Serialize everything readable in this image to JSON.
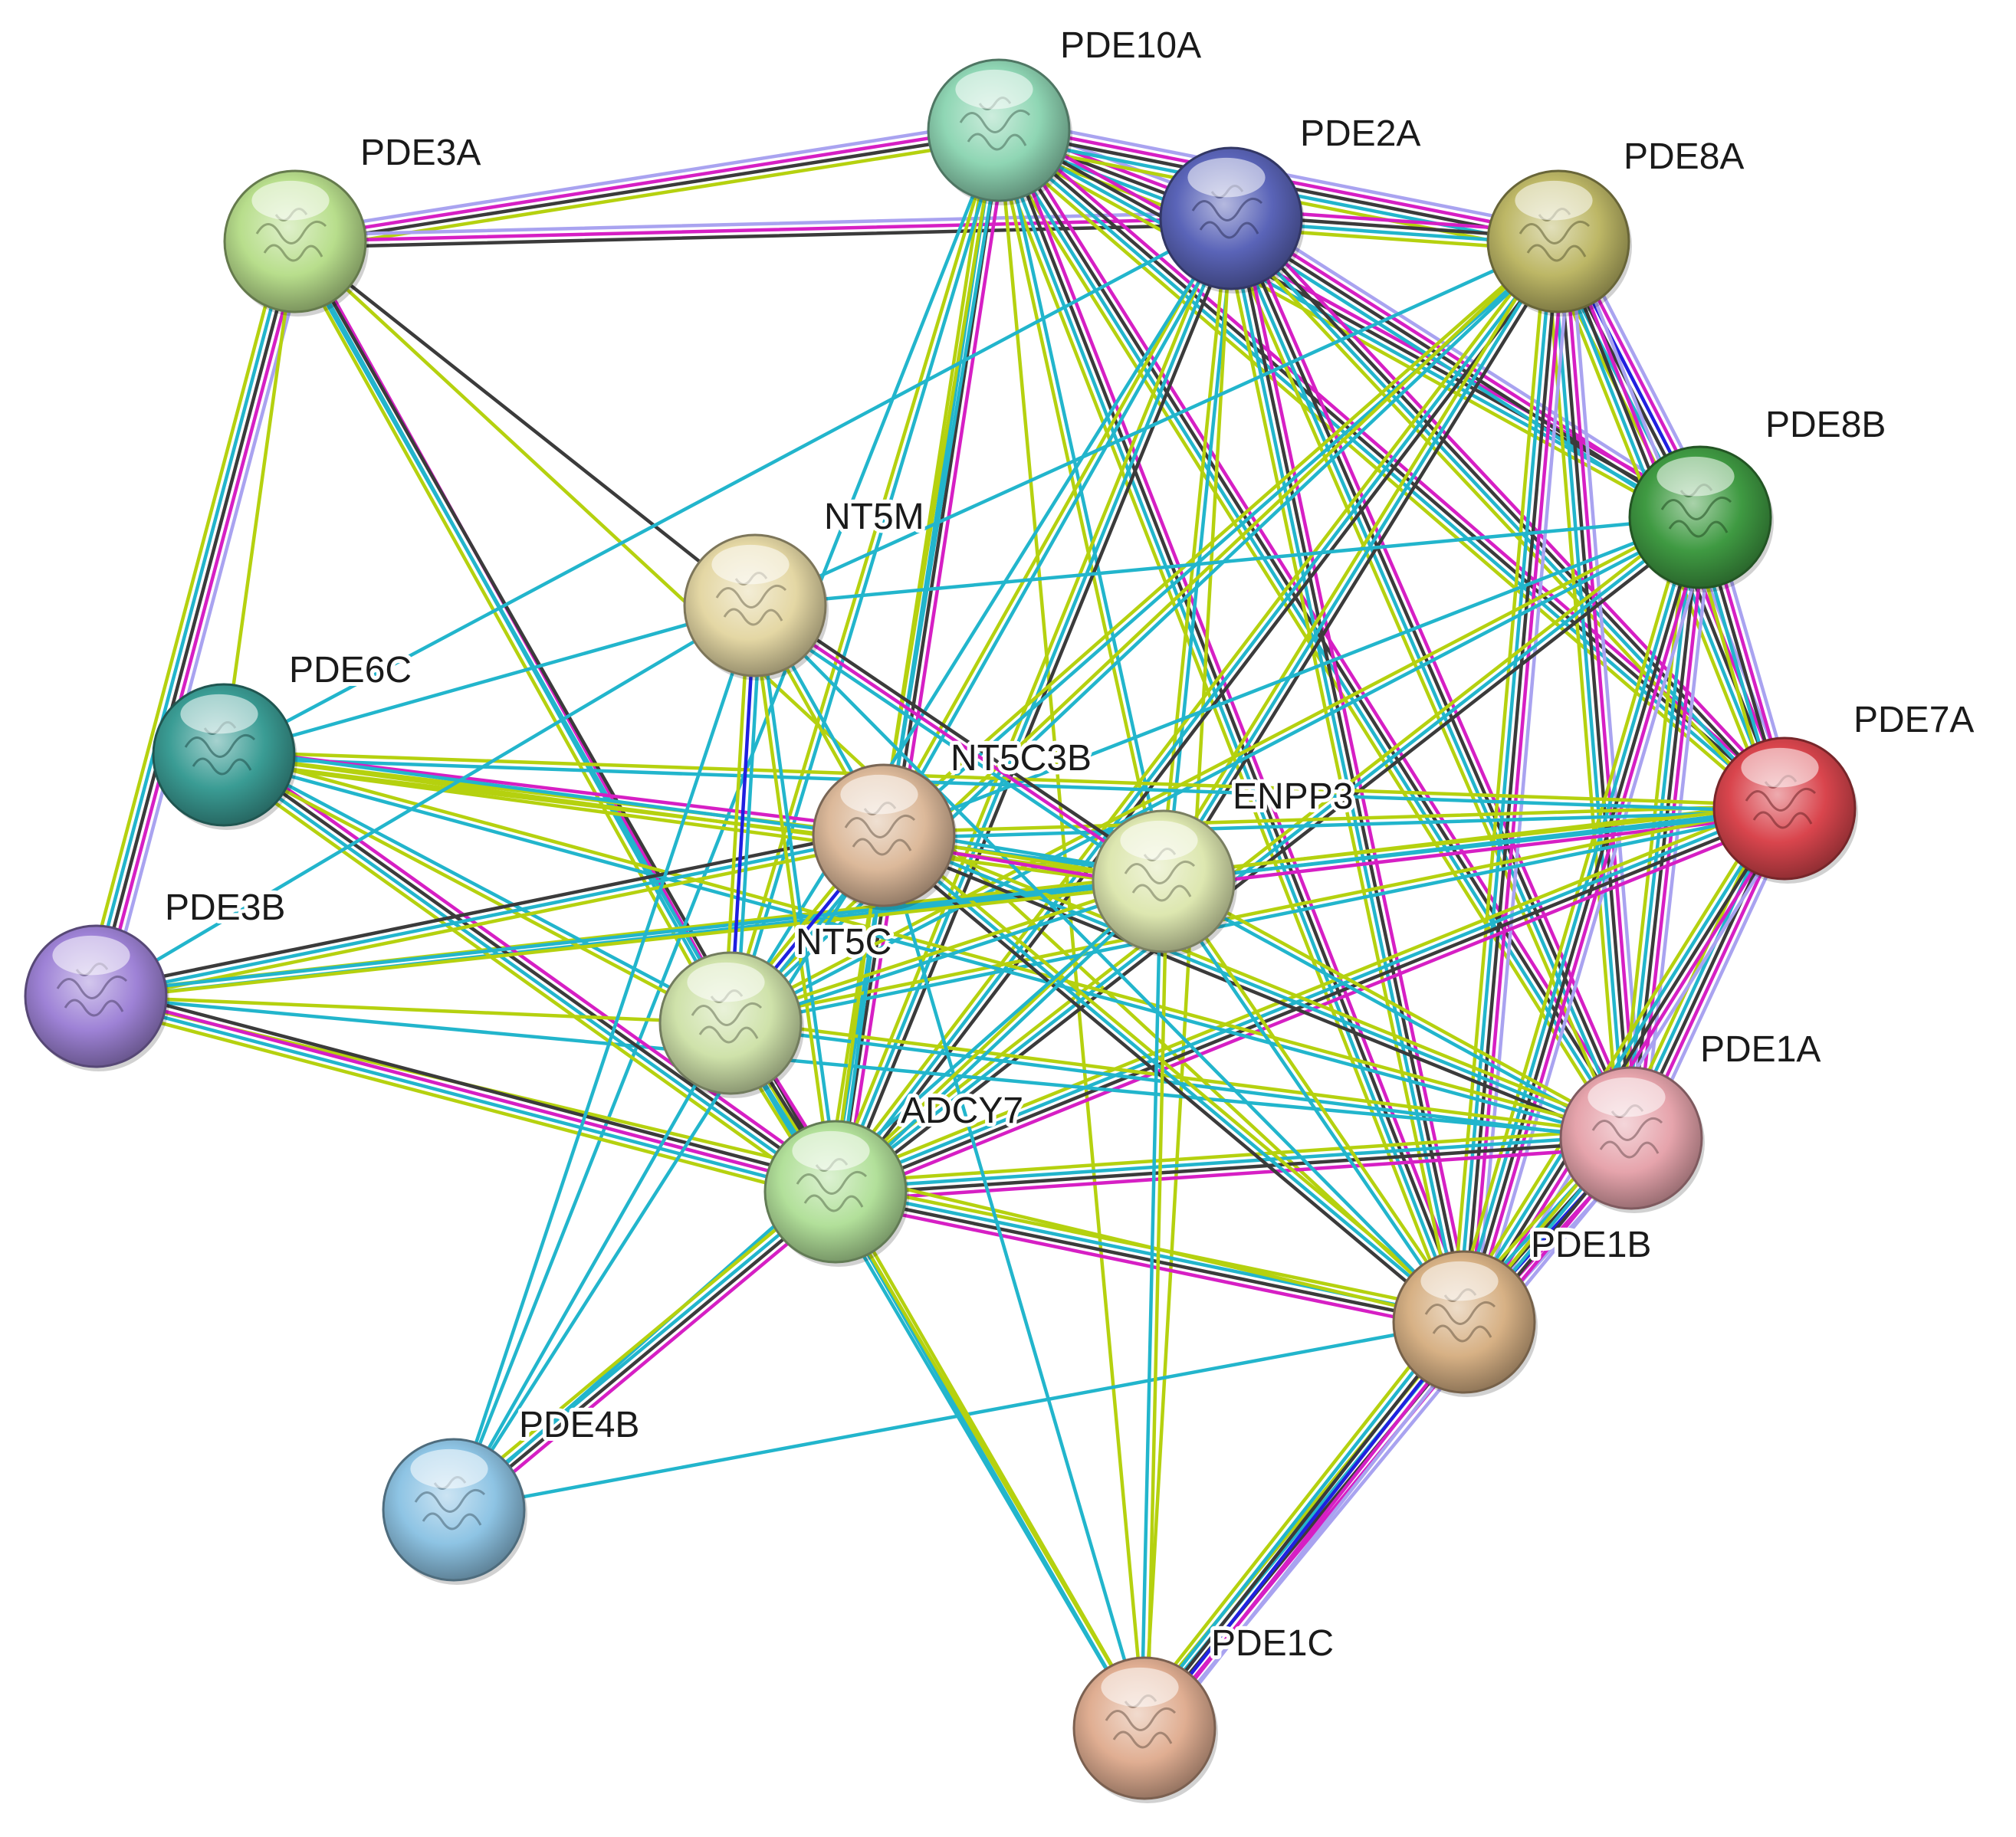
{
  "network": {
    "nodes": [
      {
        "id": "PDE10A",
        "label": "PDE10A",
        "color": "#8fd6b4"
      },
      {
        "id": "PDE2A",
        "label": "PDE2A",
        "color": "#5a64b8"
      },
      {
        "id": "PDE8A",
        "label": "PDE8A",
        "color": "#bdb766"
      },
      {
        "id": "PDE3A",
        "label": "PDE3A",
        "color": "#b8de8c"
      },
      {
        "id": "PDE8B",
        "label": "PDE8B",
        "color": "#3f9a42"
      },
      {
        "id": "NT5M",
        "label": "NT5M",
        "color": "#e4d7a4"
      },
      {
        "id": "PDE6C",
        "label": "PDE6C",
        "color": "#3a9c94"
      },
      {
        "id": "PDE7A",
        "label": "PDE7A",
        "color": "#d9454d"
      },
      {
        "id": "NT5C3B",
        "label": "NT5C3B",
        "color": "#dcb99a"
      },
      {
        "id": "ENPP3",
        "label": "ENPP3",
        "color": "#dde7b0"
      },
      {
        "id": "PDE3B",
        "label": "PDE3B",
        "color": "#9e82d6"
      },
      {
        "id": "NT5C",
        "label": "NT5C",
        "color": "#cfe2aa"
      },
      {
        "id": "PDE1A",
        "label": "PDE1A",
        "color": "#e6a4ac"
      },
      {
        "id": "ADCY7",
        "label": "ADCY7",
        "color": "#b2e09a"
      },
      {
        "id": "PDE1B",
        "label": "PDE1B",
        "color": "#d7b185"
      },
      {
        "id": "PDE4B",
        "label": "PDE4B",
        "color": "#8ec4e4"
      },
      {
        "id": "PDE1C",
        "label": "PDE1C",
        "color": "#e0ae92"
      }
    ],
    "edge_colors": {
      "cyan": "#22b5cc",
      "lime": "#b5d10f",
      "black": "#3b3b3b",
      "magenta": "#d61fc4",
      "lavender": "#a9a3f0",
      "blue": "#2020e0"
    },
    "edges": [
      {
        "a": "PDE3A",
        "b": "PDE10A",
        "types": [
          "lavender",
          "magenta",
          "black",
          "lime"
        ]
      },
      {
        "a": "PDE3A",
        "b": "PDE2A",
        "types": [
          "lavender",
          "magenta",
          "black"
        ]
      },
      {
        "a": "PDE3A",
        "b": "PDE3B",
        "types": [
          "lavender",
          "magenta",
          "black",
          "cyan",
          "lime"
        ]
      },
      {
        "a": "PDE3A",
        "b": "NT5M",
        "types": [
          "black"
        ]
      },
      {
        "a": "PDE3A",
        "b": "NT5C",
        "types": [
          "magenta",
          "cyan",
          "lime"
        ]
      },
      {
        "a": "PDE3A",
        "b": "ADCY7",
        "types": [
          "black",
          "cyan"
        ]
      },
      {
        "a": "PDE3A",
        "b": "PDE1B",
        "types": [
          "lime"
        ]
      },
      {
        "a": "PDE3A",
        "b": "PDE6C",
        "types": [
          "lime"
        ]
      },
      {
        "a": "PDE10A",
        "b": "PDE2A",
        "types": [
          "lavender",
          "magenta",
          "black",
          "cyan",
          "lime"
        ]
      },
      {
        "a": "PDE10A",
        "b": "PDE8A",
        "types": [
          "lavender",
          "magenta",
          "black",
          "cyan",
          "lime"
        ]
      },
      {
        "a": "PDE10A",
        "b": "PDE8B",
        "types": [
          "magenta",
          "black",
          "cyan",
          "lime"
        ]
      },
      {
        "a": "PDE10A",
        "b": "PDE7A",
        "types": [
          "magenta",
          "black",
          "cyan",
          "lime"
        ]
      },
      {
        "a": "PDE10A",
        "b": "PDE1A",
        "types": [
          "magenta",
          "black",
          "cyan",
          "lime"
        ]
      },
      {
        "a": "PDE10A",
        "b": "PDE1B",
        "types": [
          "magenta",
          "black",
          "cyan",
          "lime"
        ]
      },
      {
        "a": "PDE10A",
        "b": "ADCY7",
        "types": [
          "magenta",
          "black",
          "cyan",
          "lime"
        ]
      },
      {
        "a": "PDE10A",
        "b": "NT5C",
        "types": [
          "cyan",
          "lime"
        ]
      },
      {
        "a": "PDE10A",
        "b": "ENPP3",
        "types": [
          "cyan",
          "lime"
        ]
      },
      {
        "a": "PDE10A",
        "b": "NT5C3B",
        "types": [
          "cyan",
          "lime"
        ]
      },
      {
        "a": "PDE10A",
        "b": "PDE4B",
        "types": [
          "cyan"
        ]
      },
      {
        "a": "PDE10A",
        "b": "PDE1C",
        "types": [
          "lime"
        ]
      },
      {
        "a": "PDE2A",
        "b": "PDE8A",
        "types": [
          "magenta",
          "black",
          "cyan",
          "lime"
        ]
      },
      {
        "a": "PDE2A",
        "b": "PDE8B",
        "types": [
          "lavender",
          "magenta",
          "black",
          "cyan"
        ]
      },
      {
        "a": "PDE2A",
        "b": "PDE7A",
        "types": [
          "magenta",
          "black",
          "cyan",
          "lime"
        ]
      },
      {
        "a": "PDE2A",
        "b": "PDE1A",
        "types": [
          "magenta",
          "black",
          "cyan",
          "lime"
        ]
      },
      {
        "a": "PDE2A",
        "b": "PDE1B",
        "types": [
          "magenta",
          "black",
          "cyan",
          "lime"
        ]
      },
      {
        "a": "PDE2A",
        "b": "ADCY7",
        "types": [
          "black",
          "cyan",
          "lime"
        ]
      },
      {
        "a": "PDE2A",
        "b": "NT5C3B",
        "types": [
          "cyan",
          "lime"
        ]
      },
      {
        "a": "PDE2A",
        "b": "ENPP3",
        "types": [
          "cyan",
          "lime"
        ]
      },
      {
        "a": "PDE2A",
        "b": "NT5C",
        "types": [
          "cyan"
        ]
      },
      {
        "a": "PDE2A",
        "b": "PDE6C",
        "types": [
          "cyan"
        ]
      },
      {
        "a": "PDE2A",
        "b": "PDE1C",
        "types": [
          "lime"
        ]
      },
      {
        "a": "PDE8A",
        "b": "PDE8B",
        "types": [
          "lavender",
          "magenta",
          "blue",
          "black",
          "cyan",
          "lime"
        ]
      },
      {
        "a": "PDE8A",
        "b": "PDE7A",
        "types": [
          "lavender",
          "magenta",
          "black",
          "cyan",
          "lime"
        ]
      },
      {
        "a": "PDE8A",
        "b": "PDE1A",
        "types": [
          "lavender",
          "magenta",
          "black",
          "cyan",
          "lime"
        ]
      },
      {
        "a": "PDE8A",
        "b": "PDE1B",
        "types": [
          "lavender",
          "magenta",
          "black",
          "cyan",
          "lime"
        ]
      },
      {
        "a": "PDE8A",
        "b": "ADCY7",
        "types": [
          "black",
          "cyan",
          "lime"
        ]
      },
      {
        "a": "PDE8A",
        "b": "ENPP3",
        "types": [
          "black",
          "cyan",
          "lime"
        ]
      },
      {
        "a": "PDE8A",
        "b": "NT5C3B",
        "types": [
          "cyan",
          "lime"
        ]
      },
      {
        "a": "PDE8A",
        "b": "NT5M",
        "types": [
          "cyan"
        ]
      },
      {
        "a": "PDE8A",
        "b": "NT5C",
        "types": [
          "cyan",
          "lime"
        ]
      },
      {
        "a": "PDE8B",
        "b": "PDE7A",
        "types": [
          "lavender",
          "magenta",
          "black",
          "cyan",
          "lime"
        ]
      },
      {
        "a": "PDE8B",
        "b": "PDE1A",
        "types": [
          "lavender",
          "magenta",
          "black",
          "cyan",
          "lime"
        ]
      },
      {
        "a": "PDE8B",
        "b": "PDE1B",
        "types": [
          "lavender",
          "magenta",
          "black",
          "cyan",
          "lime"
        ]
      },
      {
        "a": "PDE8B",
        "b": "ADCY7",
        "types": [
          "black",
          "cyan",
          "lime"
        ]
      },
      {
        "a": "PDE8B",
        "b": "NT5C",
        "types": [
          "cyan",
          "lime"
        ]
      },
      {
        "a": "PDE8B",
        "b": "NT5C3B",
        "types": [
          "cyan"
        ]
      },
      {
        "a": "PDE7A",
        "b": "PDE1A",
        "types": [
          "lavender",
          "magenta",
          "black",
          "cyan",
          "lime"
        ]
      },
      {
        "a": "PDE7A",
        "b": "PDE1B",
        "types": [
          "lavender",
          "magenta",
          "black",
          "cyan",
          "lime"
        ]
      },
      {
        "a": "PDE7A",
        "b": "ADCY7",
        "types": [
          "magenta",
          "black",
          "cyan",
          "lime"
        ]
      },
      {
        "a": "PDE7A",
        "b": "ENPP3",
        "types": [
          "magenta",
          "cyan",
          "lime"
        ]
      },
      {
        "a": "PDE7A",
        "b": "NT5C3B",
        "types": [
          "cyan",
          "lime"
        ]
      },
      {
        "a": "PDE7A",
        "b": "NT5C",
        "types": [
          "cyan",
          "lime"
        ]
      },
      {
        "a": "PDE7A",
        "b": "PDE3B",
        "types": [
          "cyan",
          "lime"
        ]
      },
      {
        "a": "PDE7A",
        "b": "PDE6C",
        "types": [
          "cyan",
          "lime"
        ]
      },
      {
        "a": "PDE1A",
        "b": "PDE1B",
        "types": [
          "lavender",
          "magenta",
          "blue",
          "black",
          "cyan",
          "lime"
        ]
      },
      {
        "a": "PDE1A",
        "b": "PDE1C",
        "types": [
          "lavender",
          "magenta",
          "black",
          "cyan",
          "lime"
        ]
      },
      {
        "a": "PDE1A",
        "b": "ADCY7",
        "types": [
          "magenta",
          "black",
          "cyan",
          "lime"
        ]
      },
      {
        "a": "PDE1A",
        "b": "ENPP3",
        "types": [
          "cyan",
          "lime"
        ]
      },
      {
        "a": "PDE1A",
        "b": "NT5C3B",
        "types": [
          "black",
          "cyan",
          "lime"
        ]
      },
      {
        "a": "PDE1A",
        "b": "NT5C",
        "types": [
          "cyan",
          "lime"
        ]
      },
      {
        "a": "PDE1A",
        "b": "PDE6C",
        "types": [
          "cyan",
          "lime"
        ]
      },
      {
        "a": "PDE1A",
        "b": "PDE3B",
        "types": [
          "cyan"
        ]
      },
      {
        "a": "PDE1B",
        "b": "PDE1C",
        "types": [
          "lavender",
          "magenta",
          "blue",
          "black",
          "cyan",
          "lime"
        ]
      },
      {
        "a": "PDE1B",
        "b": "ADCY7",
        "types": [
          "magenta",
          "black",
          "cyan",
          "lime"
        ]
      },
      {
        "a": "PDE1B",
        "b": "ENPP3",
        "types": [
          "cyan",
          "lime"
        ]
      },
      {
        "a": "PDE1B",
        "b": "NT5C3B",
        "types": [
          "black",
          "cyan",
          "lime"
        ]
      },
      {
        "a": "PDE1B",
        "b": "PDE3B",
        "types": [
          "lime"
        ]
      },
      {
        "a": "PDE1B",
        "b": "PDE4B",
        "types": [
          "cyan"
        ]
      },
      {
        "a": "PDE1C",
        "b": "ADCY7",
        "types": [
          "cyan",
          "lime"
        ]
      },
      {
        "a": "PDE1C",
        "b": "ENPP3",
        "types": [
          "cyan",
          "lime"
        ]
      },
      {
        "a": "PDE1C",
        "b": "NT5C",
        "types": [
          "cyan",
          "lime"
        ]
      },
      {
        "a": "PDE1C",
        "b": "NT5C3B",
        "types": [
          "cyan"
        ]
      },
      {
        "a": "PDE6C",
        "b": "NT5C3B",
        "types": [
          "magenta",
          "lime",
          "lime"
        ]
      },
      {
        "a": "PDE6C",
        "b": "ENPP3",
        "types": [
          "cyan",
          "lime",
          "lime"
        ]
      },
      {
        "a": "PDE6C",
        "b": "ADCY7",
        "types": [
          "magenta",
          "black",
          "cyan",
          "lime"
        ]
      },
      {
        "a": "PDE6C",
        "b": "NT5M",
        "types": [
          "cyan"
        ]
      },
      {
        "a": "PDE6C",
        "b": "NT5C",
        "types": [
          "cyan",
          "lime"
        ]
      },
      {
        "a": "PDE3B",
        "b": "ADCY7",
        "types": [
          "black",
          "magenta",
          "cyan",
          "lime"
        ]
      },
      {
        "a": "PDE3B",
        "b": "NT5C3B",
        "types": [
          "black",
          "cyan",
          "lime"
        ]
      },
      {
        "a": "PDE3B",
        "b": "ENPP3",
        "types": [
          "cyan",
          "lime"
        ]
      },
      {
        "a": "PDE3B",
        "b": "NT5C",
        "types": [
          "lime"
        ]
      },
      {
        "a": "PDE3B",
        "b": "NT5M",
        "types": [
          "cyan"
        ]
      },
      {
        "a": "NT5M",
        "b": "NT5C3B",
        "types": [
          "cyan",
          "lime"
        ]
      },
      {
        "a": "NT5M",
        "b": "NT5C",
        "types": [
          "cyan",
          "blue",
          "lime"
        ]
      },
      {
        "a": "NT5M",
        "b": "ENPP3",
        "types": [
          "black",
          "magenta",
          "cyan"
        ]
      },
      {
        "a": "NT5M",
        "b": "ADCY7",
        "types": [
          "cyan",
          "lime"
        ]
      },
      {
        "a": "NT5M",
        "b": "PDE8B",
        "types": [
          "cyan"
        ]
      },
      {
        "a": "NT5M",
        "b": "PDE1B",
        "types": [
          "cyan"
        ]
      },
      {
        "a": "NT5M",
        "b": "PDE4B",
        "types": [
          "cyan"
        ]
      },
      {
        "a": "NT5C3B",
        "b": "ENPP3",
        "types": [
          "cyan",
          "lime",
          "magenta"
        ]
      },
      {
        "a": "NT5C3B",
        "b": "NT5C",
        "types": [
          "cyan",
          "blue",
          "lime"
        ]
      },
      {
        "a": "NT5C3B",
        "b": "ADCY7",
        "types": [
          "cyan",
          "lime"
        ]
      },
      {
        "a": "NT5C3B",
        "b": "PDE4B",
        "types": [
          "cyan"
        ]
      },
      {
        "a": "ENPP3",
        "b": "NT5C",
        "types": [
          "cyan",
          "lime"
        ]
      },
      {
        "a": "ENPP3",
        "b": "ADCY7",
        "types": [
          "cyan",
          "lime"
        ]
      },
      {
        "a": "ENPP3",
        "b": "PDE4B",
        "types": [
          "cyan"
        ]
      },
      {
        "a": "NT5C",
        "b": "ADCY7",
        "types": [
          "magenta",
          "black",
          "cyan",
          "lime"
        ]
      },
      {
        "a": "NT5C",
        "b": "PDE4B",
        "types": [
          "cyan"
        ]
      },
      {
        "a": "ADCY7",
        "b": "PDE4B",
        "types": [
          "magenta",
          "black",
          "cyan",
          "lime"
        ]
      }
    ]
  }
}
